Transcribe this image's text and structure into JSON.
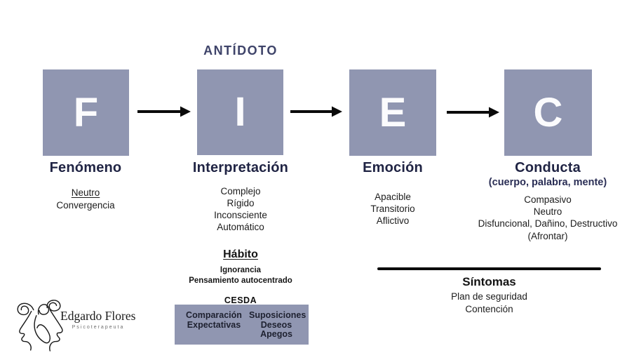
{
  "header": {
    "antidoto_label": "ANTÍDOTO"
  },
  "columns": [
    {
      "letter": "F",
      "title": "Fenómeno",
      "items": [
        "Neutro",
        "Convergencia"
      ]
    },
    {
      "letter": "I",
      "title": "Interpretación",
      "items": [
        "Complejo",
        "Rígido",
        "Inconsciente",
        "Automático"
      ],
      "habito": {
        "title": "Hábito",
        "items": [
          "Ignorancia",
          "Pensamiento autocentrado"
        ]
      },
      "cesda": {
        "title": "CESDA",
        "left_items": [
          "Comparación",
          "Expectativas"
        ],
        "right_items": [
          "Suposiciones",
          "Deseos",
          "Apegos"
        ]
      }
    },
    {
      "letter": "E",
      "title": "Emoción",
      "items": [
        "Apacible",
        "Transitorio",
        "Aflictivo"
      ]
    },
    {
      "letter": "C",
      "title": "Conducta",
      "subtitle": "(cuerpo, palabra, mente)",
      "items": [
        "Compasivo",
        "Neutro",
        "Disfuncional, Dañino, Destructivo",
        "(Afrontar)"
      ]
    }
  ],
  "sintomas": {
    "title": "Síntomas",
    "items": [
      "Plan de seguridad",
      "Contención"
    ]
  },
  "logo": {
    "name": "Edgardo Flores",
    "subtitle": "Psicoterapeuta"
  },
  "colors": {
    "box_fill": "#9096b1",
    "heading_navy": "#202444",
    "antidoto_navy": "#3e4369",
    "body_text": "#1c1c1c",
    "arrow_black": "#0a0a0a"
  }
}
